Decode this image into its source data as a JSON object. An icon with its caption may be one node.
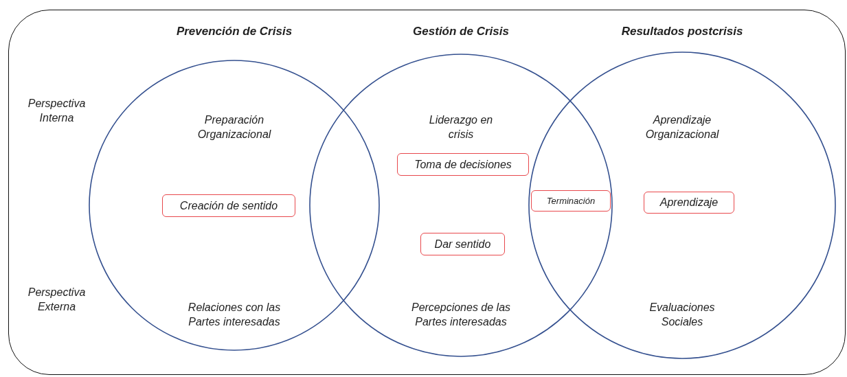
{
  "diagram": {
    "nodes": [
      {
        "text": [],
        "shape": "box"
      },
      {
        "text": [
          "Prevención de Crisis",
          "Preparación Organizacional",
          "Relaciones con las Partes interesadas"
        ],
        "in": 0
      },
      {
        "text": [
          "Gestión de Crisis",
          "Liderazgo en crisis",
          "Percepciones de las Partes interesadas"
        ],
        "in": 0
      },
      {
        "text": [
          "Resultados postcrisis",
          "Aprendizaje Organizacional",
          "Evaluaciones Sociales"
        ],
        "in": 0
      },
      {
        "text": [
          "Creación de sentido"
        ],
        "in": 1
      },
      {
        "text": [
          "Toma de decisiones"
        ],
        "in": 2
      },
      {
        "text": [
          "Dar sentido"
        ],
        "in": 2
      },
      {
        "text": [
          "Terminación"
        ]
      },
      {
        "text": [
          "Aprendizaje"
        ],
        "in": 3
      }
    ],
    "edges": [],
    "labels": [
      "Perspectiva Interna",
      "Perspectiva Externa"
    ]
  }
}
